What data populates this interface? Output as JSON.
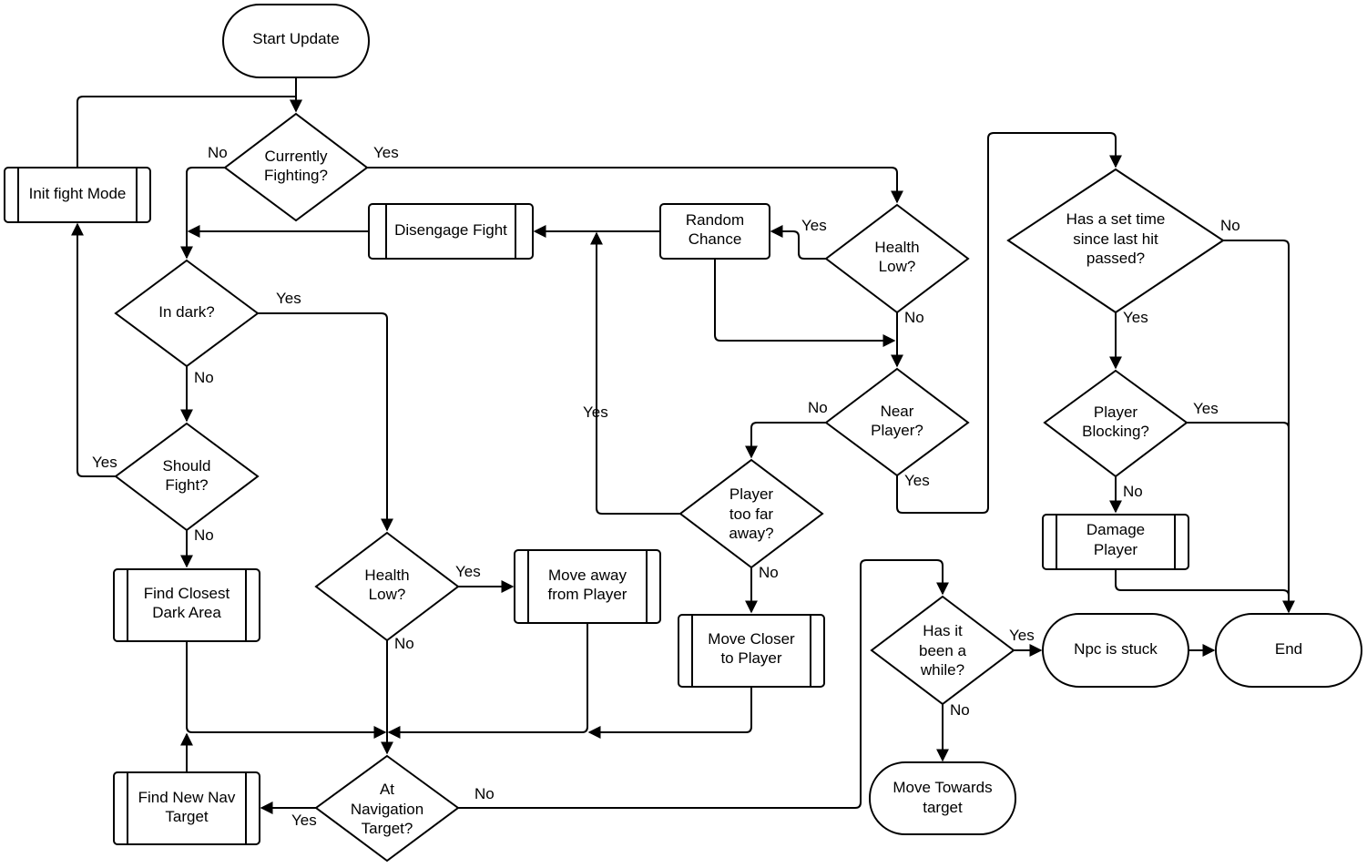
{
  "nodes": {
    "start": "Start Update",
    "init_fight": "Init fight Mode",
    "currently_fighting": [
      "Currently",
      "Fighting?"
    ],
    "disengage": "Disengage Fight",
    "random_chance": [
      "Random",
      "Chance"
    ],
    "health_low_right": [
      "Health",
      "Low?"
    ],
    "set_time": [
      "Has a set time",
      "since last hit",
      "passed?"
    ],
    "in_dark": "In dark?",
    "near_player": [
      "Near",
      "Player?"
    ],
    "player_blocking": [
      "Player",
      "Blocking?"
    ],
    "should_fight": [
      "Should",
      "Fight?"
    ],
    "player_too_far": [
      "Player",
      "too far",
      "away?"
    ],
    "damage_player": [
      "Damage",
      "Player"
    ],
    "health_low_left": [
      "Health",
      "Low?"
    ],
    "move_away": [
      "Move away",
      "from Player"
    ],
    "find_dark": [
      "Find Closest",
      "Dark Area"
    ],
    "move_closer": [
      "Move Closer",
      "to Player"
    ],
    "been_a_while": [
      "Has it",
      "been a",
      "while?"
    ],
    "npc_stuck": "Npc is stuck",
    "end": "End",
    "move_towards": [
      "Move Towards",
      "target"
    ],
    "find_nav": [
      "Find New Nav",
      "Target"
    ],
    "at_nav": [
      "At",
      "Navigation",
      "Target?"
    ]
  },
  "edge_labels": {
    "no": "No",
    "yes": "Yes"
  }
}
